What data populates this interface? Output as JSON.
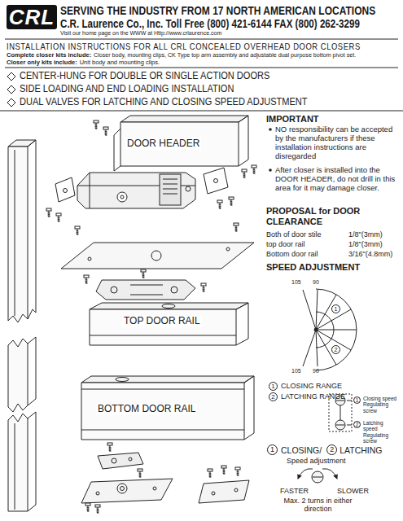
{
  "diagram": {
    "title": "INSTALLATION INSTRUCTIONS FOR ALL CRL CONCEALED OVERHEAD DOOR CLOSERS",
    "labels": [
      "CRL",
      "SERVING THE INDUSTRY FROM 17 NORTH AMERICAN LOCATIONS",
      "C.R. Laurence Co., Inc. Toll Free (800) 421-6144 FAX (800) 262-3299",
      "Visit our home page on the WWW at Http://www.crlaurence.com",
      "Complete closer kits include:",
      "Closer body, mounting clips, CK Type top arm assembly and adjustable dual purpose bottom pivot set.",
      "Closer only kits include:",
      "Unit body and mounting clips.",
      "CENTER-HUNG FOR DOUBLE OR SINGLE ACTION DOORS",
      "SIDE LOADING AND END LOADING INSTALLATION",
      "DUAL VALVES FOR LATCHING AND CLOSING SPEED ADJUSTMENT",
      "DOOR HEADER",
      "TOP DOOR RAIL",
      "BOTTOM DOOR RAIL",
      "IMPORTANT",
      "NO responsibility can be accepted by the manufacturers if these installation instructions are disregarded",
      "After closer is installed into the DOOR HEADER, do not drill in this area for it may damage closer.",
      "PROPOSAL for DOOR CLEARANCE",
      "Both of door stile",
      "1/8\"(3mm)",
      "top door rail",
      "1/8\"(3mm)",
      "Bottom door rail",
      "3/16\"(4.8mm)",
      "SPEED ADJUSTMENT",
      "105",
      "90",
      "1",
      "2",
      "105",
      "90",
      "1",
      "CLOSING RANGE",
      "2",
      "LATCHING RANGE",
      "1",
      "Closing speed Regulating screw",
      "2",
      "Latching speed Regulating screw",
      "1",
      "CLOSING/",
      "2",
      "LATCHING",
      "Speed adjustment",
      "FASTER",
      "SLOWER",
      "Max. 2 turns in either direction"
    ]
  }
}
